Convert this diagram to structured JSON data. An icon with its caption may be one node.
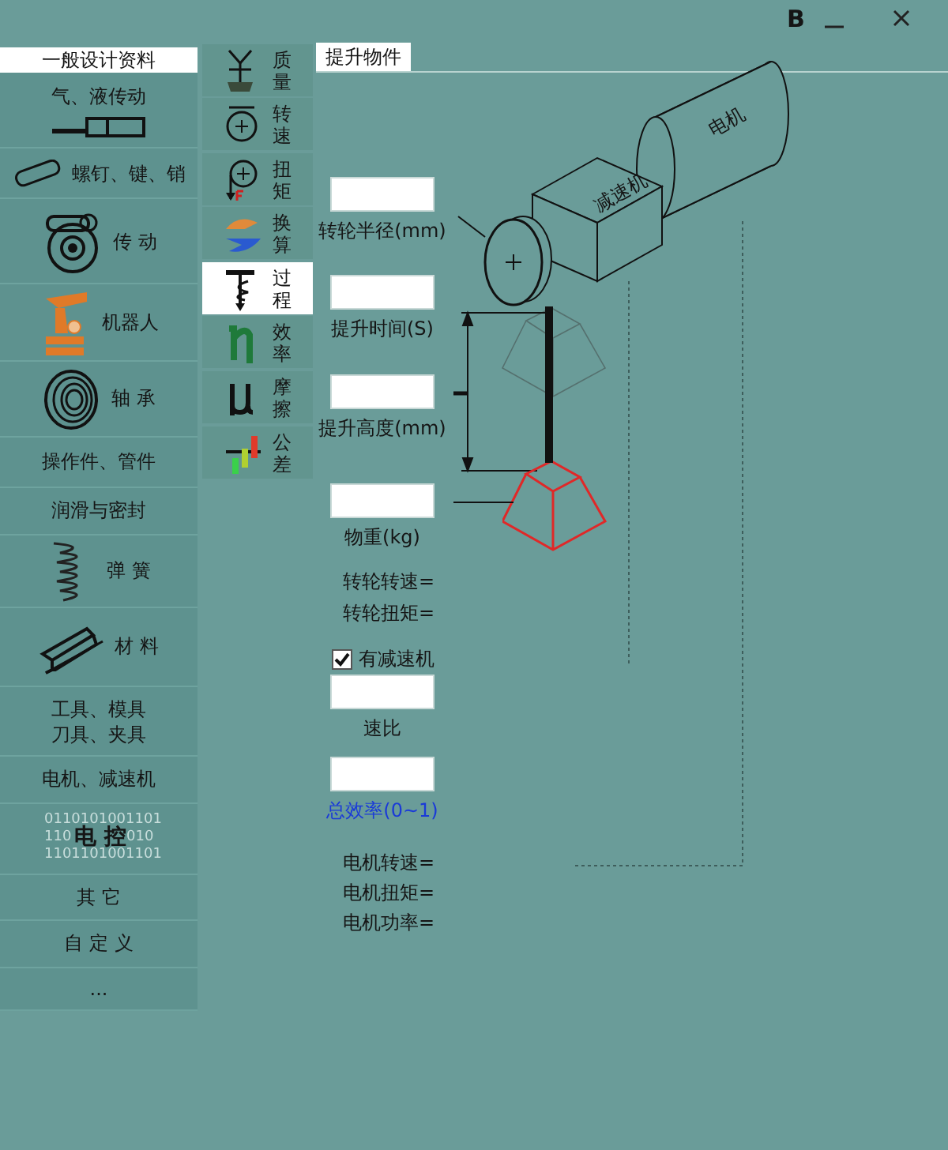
{
  "diagram": {
    "nodes": [
      {
        "text": [
          "电机"
        ]
      },
      {
        "text": [
          "减速机"
        ]
      },
      {
        "text": [],
        "shape": "circle"
      },
      {
        "text": [],
        "shape": "picture"
      },
      {
        "text": [
          "转轮半径(mm)"
        ]
      },
      {
        "text": [
          "提升时间(S)"
        ]
      },
      {
        "text": [
          "提升高度(mm)"
        ]
      },
      {
        "text": [
          "物重(kg)"
        ]
      },
      {
        "text": [
          "速比"
        ]
      },
      {
        "text": [
          "总效率(0~1)"
        ]
      }
    ],
    "edges": [
      {
        "from": 4,
        "to": 2,
        "arrow": "none"
      },
      {
        "from": 6,
        "to": null,
        "arrow": "none",
        "style": "thick"
      },
      {
        "from": 7,
        "to": 3,
        "arrow": "none"
      },
      {
        "from": 2,
        "to": 3,
        "arrow": "none",
        "style": "thick"
      }
    ],
    "labels": [
      "B",
      "一般设计资料",
      "气、液传动",
      "螺钉、键、销",
      "传 动",
      "机器人",
      "轴 承",
      "操作件、管件",
      "润滑与密封",
      "弹 簧",
      "材 料",
      "工具、模具刀具、夹具",
      "电机、减速机",
      "0110101001101",
      "110",
      "电 控",
      "010",
      "1101101001101",
      "其 它",
      "自 定 义",
      "...",
      "质量",
      "转速",
      "扭矩",
      "换算",
      "过程",
      "效率",
      "摩擦",
      "公差",
      "提升物件",
      "转轮转速=",
      "转轮扭矩=",
      "有减速机",
      "电机转速=",
      "电机扭矩=",
      "电机功率="
    ]
  }
}
